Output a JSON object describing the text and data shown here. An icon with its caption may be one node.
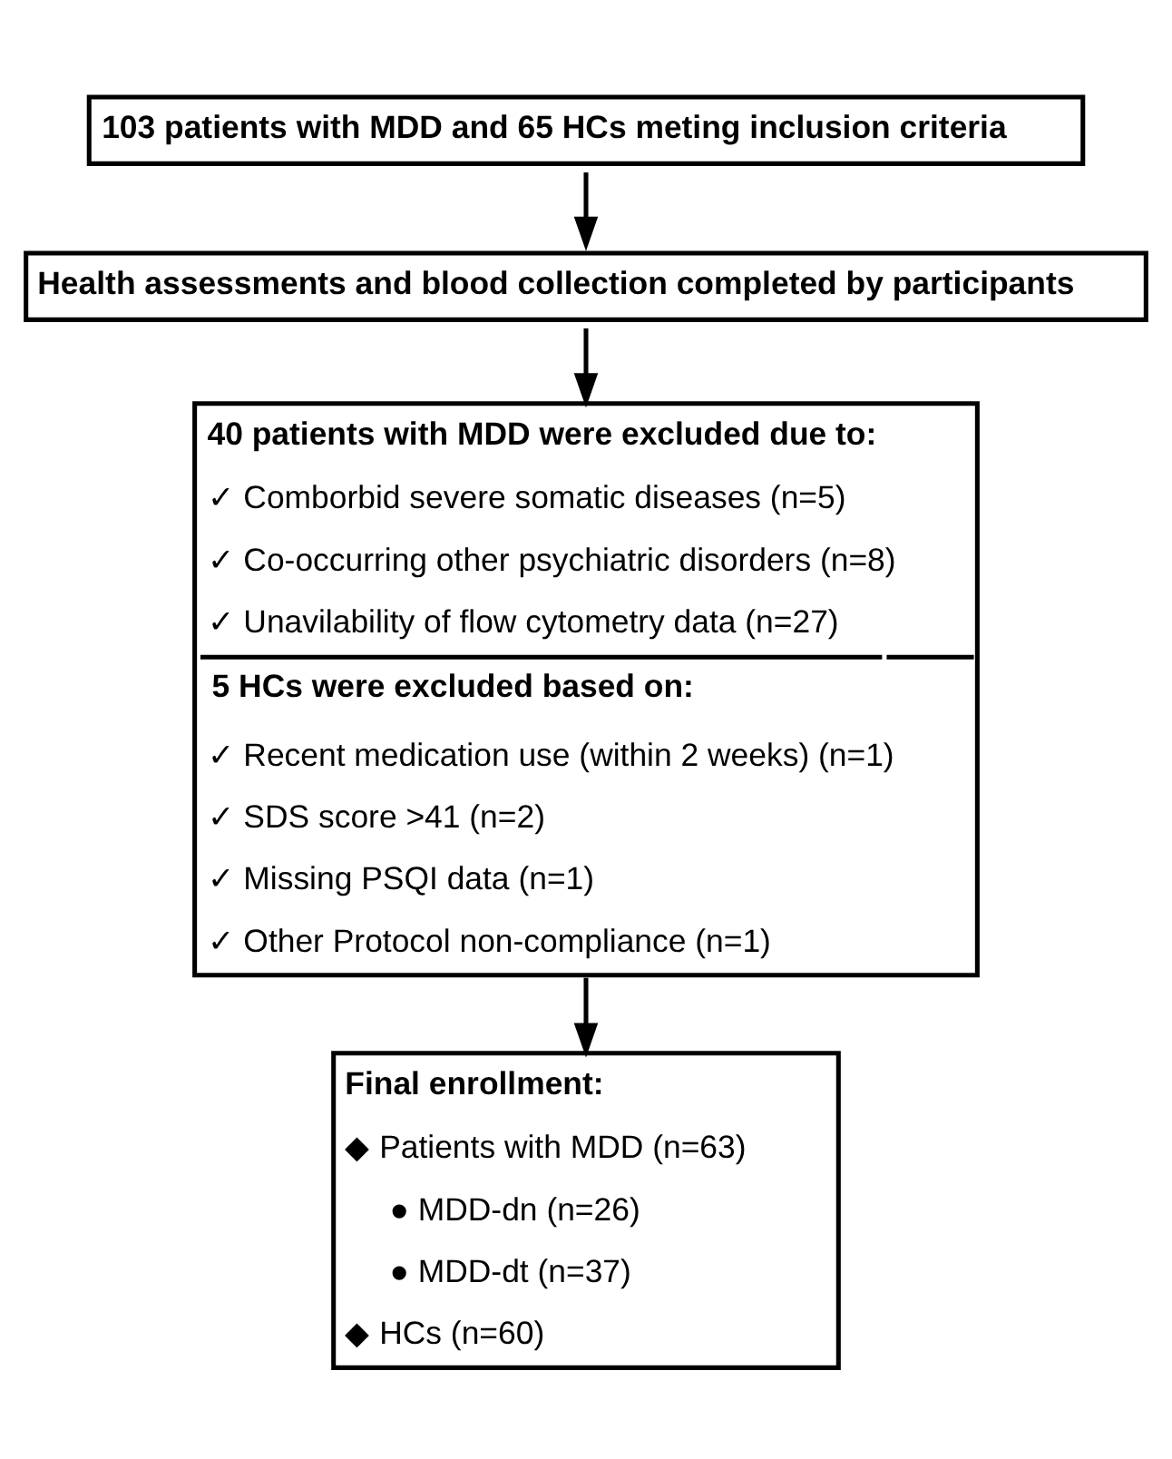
{
  "diagram": {
    "nodes": [
      {
        "text": [
          "103 patients with MDD and 65 HCs meting inclusion criteria"
        ]
      },
      {
        "text": [
          "Health assessments and blood collection completed by participants"
        ]
      },
      {
        "text": [
          "40 patients with MDD were excluded due to:",
          "✓ Comborbid severe somatic diseases (n=5)",
          "✓ Co-occurring other psychiatric disorders (n=8)",
          "✓ Unavilability of flow cytometry data (n=27)",
          "5 HCs were excluded based on:",
          "✓ Recent medication use (within 2 weeks) (n=1)",
          "✓ SDS score >41 (n=2)",
          "✓ Missing PSQI data (n=1)",
          "✓ Other Protocol non-compliance (n=1)"
        ]
      },
      {
        "text": [
          "Final enrollment:",
          "◆ Patients with MDD (n=63)",
          "● MDD-dn (n=26)",
          "● MDD-dt (n=37)",
          "◆ HCs (n=60)"
        ]
      }
    ],
    "edges": [
      {
        "from": 0,
        "to": 1,
        "arrow": "to"
      },
      {
        "from": 1,
        "to": 2,
        "arrow": "to"
      },
      {
        "from": 2,
        "to": 3,
        "arrow": "to"
      }
    ]
  }
}
